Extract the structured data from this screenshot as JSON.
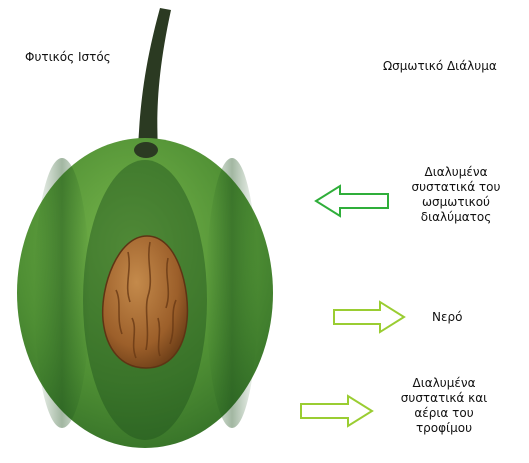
{
  "labels": {
    "plant_tissue": "Φυτικός Ιστός",
    "osmotic_solution": "Ωσμωτικό Διάλυμα",
    "dissolved_solution_components": [
      "Διαλυμένα",
      "συστατικά του",
      "ωσμωτικού",
      "διαλύματος"
    ],
    "water": "Νερό",
    "dissolved_food_components": [
      "Διαλυμένα",
      "συστατικά και",
      "αέρια του",
      "τροφίμου"
    ]
  },
  "colors": {
    "arrow_in_stroke": "#2fae3a",
    "arrow_out_stroke": "#9acd32",
    "fruit_light": "#6fae45",
    "fruit_dark": "#1f5a1e",
    "stem": "#2b3a22",
    "pit": "#a5652e"
  },
  "arrows": [
    {
      "name": "dissolved-solution-arrow",
      "direction": "left"
    },
    {
      "name": "water-arrow",
      "direction": "right"
    },
    {
      "name": "dissolved-food-arrow",
      "direction": "right"
    }
  ]
}
